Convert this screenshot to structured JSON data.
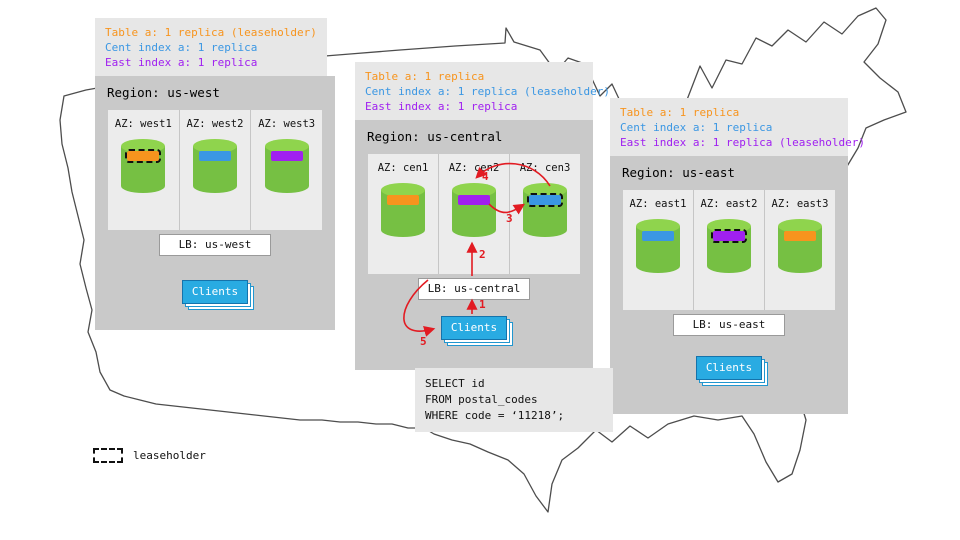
{
  "colors": {
    "orange": "#F7941E",
    "blue": "#3B97E3",
    "purple": "#A020F0",
    "clients_blue": "#29ABE2",
    "arrow_red": "#E21B22",
    "cylinder_green": "#76C043",
    "cylinder_top": "#8FD44D",
    "panel_gray": "#C9C9C9",
    "az_gray": "#ECECEC",
    "box_gray": "#E7E7E7"
  },
  "regions": [
    {
      "title": "Region: us-west",
      "annotations": [
        {
          "text": "Table a: 1 replica (leaseholder)",
          "color": "orange"
        },
        {
          "text": "Cent index a: 1 replica",
          "color": "blue"
        },
        {
          "text": "East index a: 1 replica",
          "color": "purple"
        }
      ],
      "azs": [
        {
          "label": "AZ: west1",
          "color": "orange",
          "leaseholder": true
        },
        {
          "label": "AZ: west2",
          "color": "blue",
          "leaseholder": false
        },
        {
          "label": "AZ: west3",
          "color": "purple",
          "leaseholder": false
        }
      ],
      "lb_label": "LB: us-west",
      "clients_label": "Clients"
    },
    {
      "title": "Region: us-central",
      "annotations": [
        {
          "text": "Table a: 1 replica",
          "color": "orange"
        },
        {
          "text": "Cent index a: 1 replica (leaseholder)",
          "color": "blue"
        },
        {
          "text": "East index a: 1 replica",
          "color": "purple"
        }
      ],
      "azs": [
        {
          "label": "AZ: cen1",
          "color": "orange",
          "leaseholder": false
        },
        {
          "label": "AZ: cen2",
          "color": "purple",
          "leaseholder": false
        },
        {
          "label": "AZ: cen3",
          "color": "blue",
          "leaseholder": true
        }
      ],
      "lb_label": "LB: us-central",
      "clients_label": "Clients"
    },
    {
      "title": "Region: us-east",
      "annotations": [
        {
          "text": "Table a: 1 replica",
          "color": "orange"
        },
        {
          "text": "Cent index a: 1 replica",
          "color": "blue"
        },
        {
          "text": "East index a: 1 replica (leaseholder)",
          "color": "purple"
        }
      ],
      "azs": [
        {
          "label": "AZ: east1",
          "color": "blue",
          "leaseholder": false
        },
        {
          "label": "AZ: east2",
          "color": "purple",
          "leaseholder": true
        },
        {
          "label": "AZ: east3",
          "color": "orange",
          "leaseholder": false
        }
      ],
      "lb_label": "LB: us-east",
      "clients_label": "Clients"
    }
  ],
  "query": {
    "line1": "SELECT id",
    "line2": "FROM postal_codes",
    "line3": "WHERE code = ‘11218’;"
  },
  "steps": {
    "s1": "1",
    "s2": "2",
    "s3": "3",
    "s4": "4",
    "s5": "5"
  },
  "legend": {
    "label": "leaseholder"
  }
}
